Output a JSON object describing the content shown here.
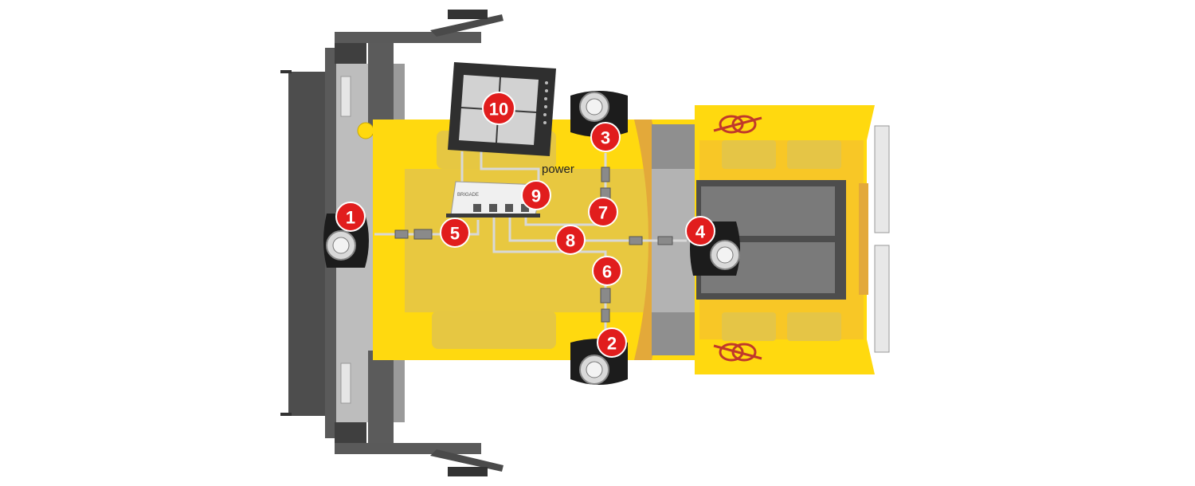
{
  "diagram": {
    "power_label": "power",
    "device_brand_text": "BRIGADE",
    "markers": [
      {
        "id": "1",
        "label": "1"
      },
      {
        "id": "2",
        "label": "2"
      },
      {
        "id": "3",
        "label": "3"
      },
      {
        "id": "4",
        "label": "4"
      },
      {
        "id": "5",
        "label": "5"
      },
      {
        "id": "6",
        "label": "6"
      },
      {
        "id": "7",
        "label": "7"
      },
      {
        "id": "8",
        "label": "8"
      },
      {
        "id": "9",
        "label": "9"
      },
      {
        "id": "10",
        "label": "10"
      }
    ],
    "colors": {
      "vehicle_body": "#ffd90f",
      "marker_fill": "#e11d1d",
      "chassis_dark": "#4a4a4a",
      "cable": "#d8d8d8"
    }
  }
}
